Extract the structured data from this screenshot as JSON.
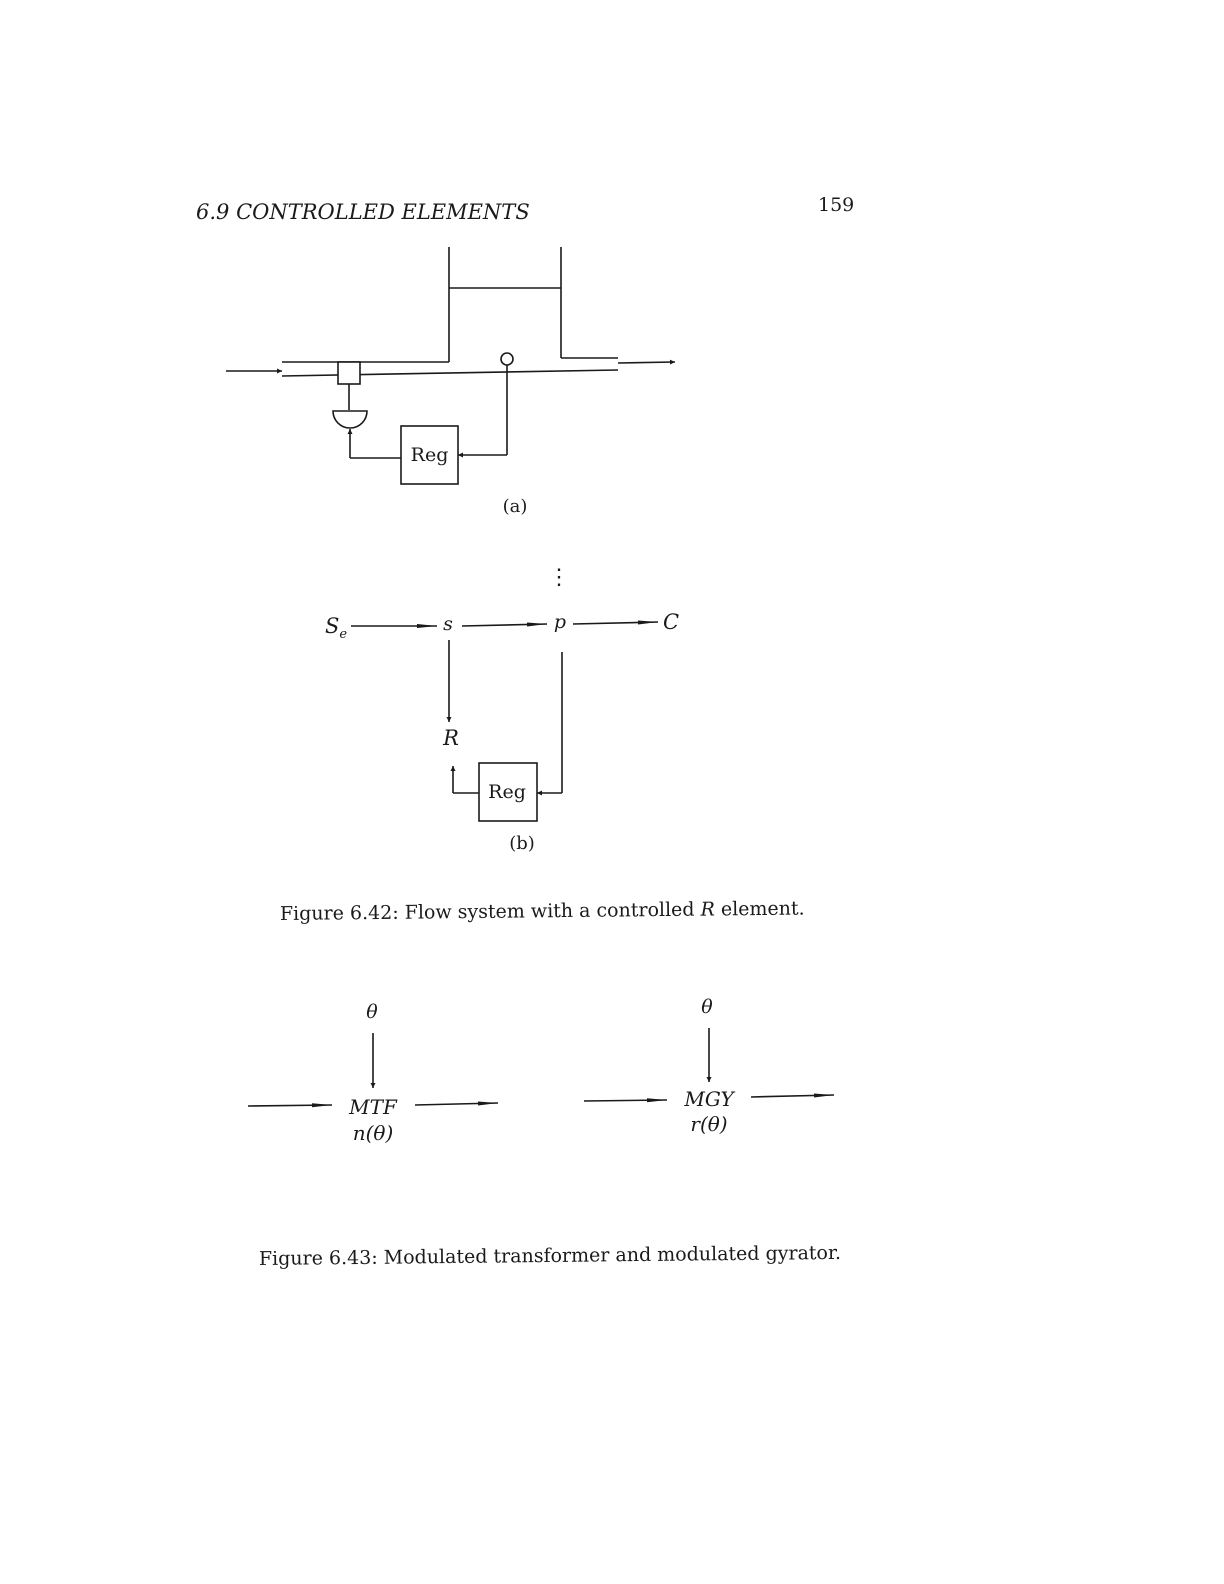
{
  "header": {
    "section_title": "6.9 CONTROLLED ELEMENTS",
    "page_number": "159"
  },
  "figure_6_42": {
    "panel_a": {
      "reg_label": "Reg",
      "sublabel": "(a)"
    },
    "panel_b": {
      "source": "S",
      "source_subscript": "e",
      "junction_s": "s",
      "junction_p": "p",
      "capacitor": "C",
      "resistor": "R",
      "reg_label": "Reg",
      "dots": "⋮",
      "sublabel": "(b)"
    },
    "caption_prefix": "Figure 6.42: Flow system with a controlled ",
    "caption_italic": "R",
    "caption_suffix": " element."
  },
  "figure_6_43": {
    "mtf": {
      "modulation_input": "θ",
      "label": "MTF",
      "parameter": "n(θ)"
    },
    "mgy": {
      "modulation_input": "θ",
      "label": "MGY",
      "parameter": "r(θ)"
    },
    "caption": "Figure 6.43: Modulated transformer and modulated gyrator."
  }
}
